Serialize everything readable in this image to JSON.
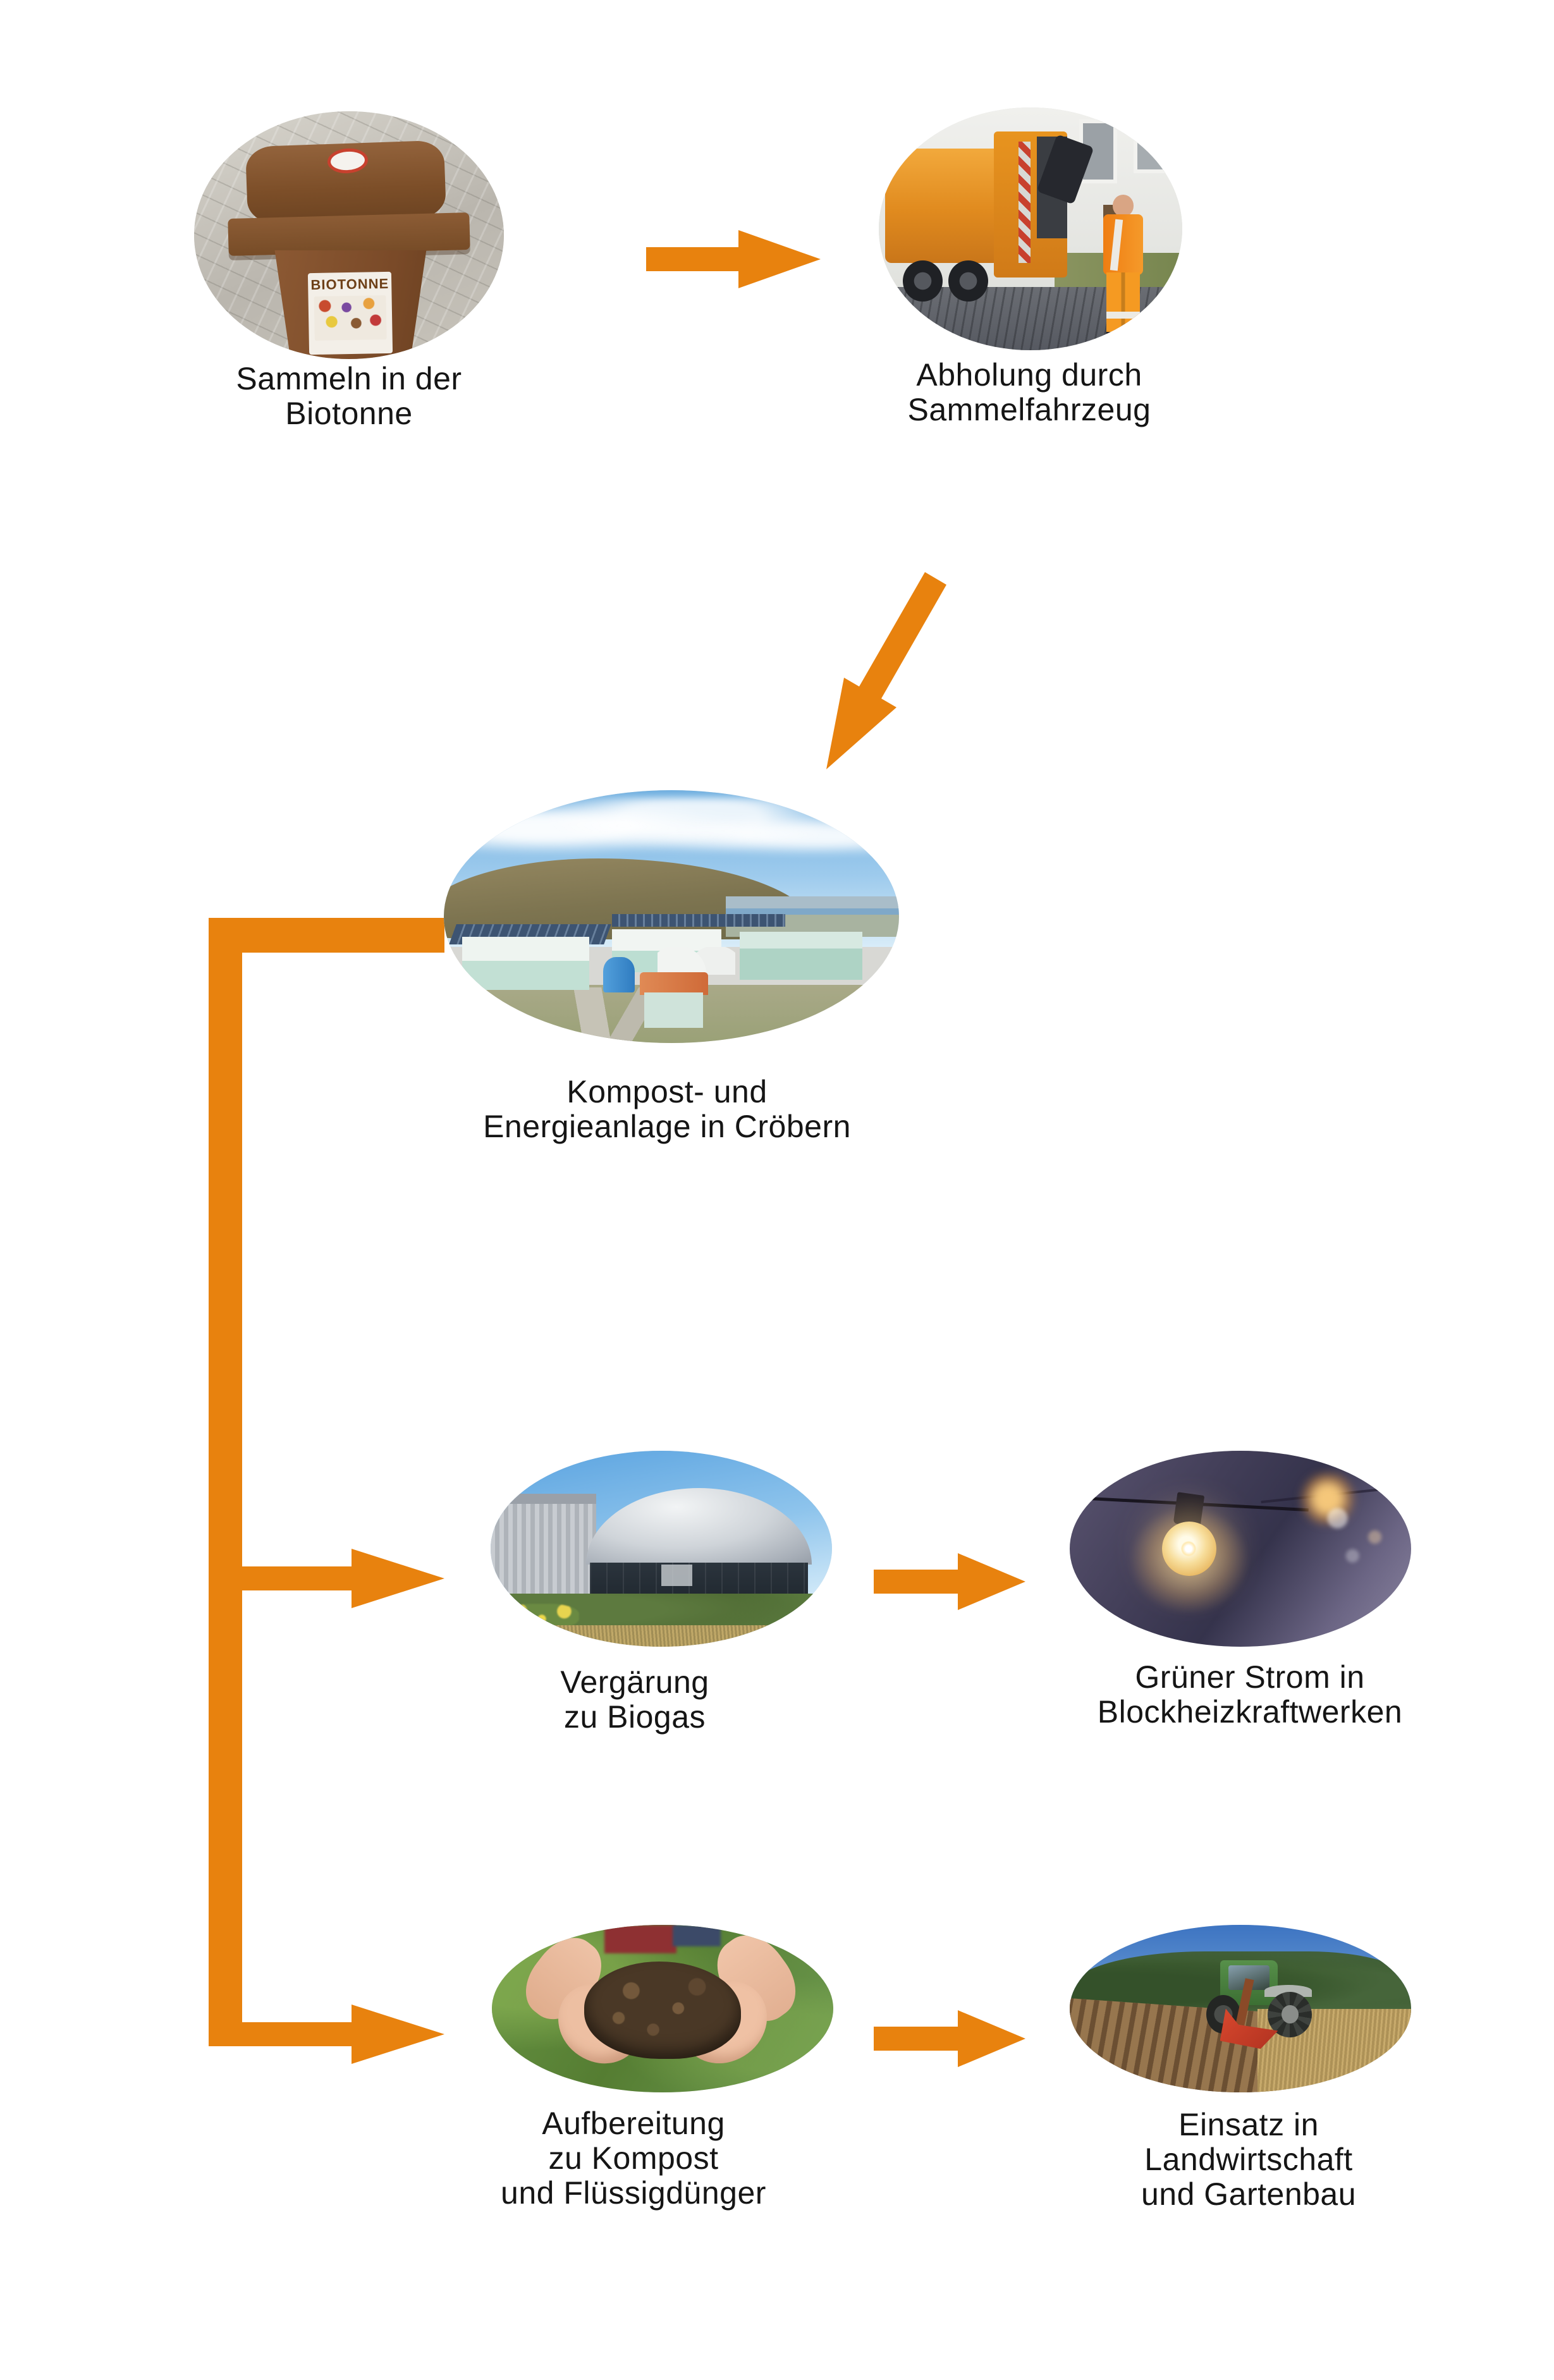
{
  "accent_color": "#E8820E",
  "text_color": "#151515",
  "background_color": "#FFFFFF",
  "language": "de",
  "nodes": [
    {
      "id": "biotonne",
      "caption_lines": [
        "Sammeln in der",
        "Biotonne"
      ],
      "photo_description": "brown organic-waste wheelie bin on paved ground",
      "photo_label": "BIOTONNE"
    },
    {
      "id": "abholung",
      "caption_lines": [
        "Abholung durch",
        "Sammelfahrzeug"
      ],
      "photo_description": "orange refuse collection truck with worker in hi-vis suit"
    },
    {
      "id": "anlage",
      "caption_lines": [
        "Kompost- und",
        "Energieanlage in Cröbern"
      ],
      "photo_description": "aerial view of compost and energy plant with mint-green halls, solar panels and hill"
    },
    {
      "id": "vergaerung",
      "caption_lines": [
        "Vergärung",
        "zu Biogas"
      ],
      "photo_description": "biogas digester tank with grey dome, silo and bushes"
    },
    {
      "id": "strom",
      "caption_lines": [
        "Grüner Strom in",
        "Blockheizkraftwerken"
      ],
      "photo_description": "glowing string light bulbs on dark purple background"
    },
    {
      "id": "kompost",
      "caption_lines": [
        "Aufbereitung",
        "zu Kompost",
        "und Flüssigdünger"
      ],
      "photo_description": "two hands holding dark compost over green grass"
    },
    {
      "id": "einsatz",
      "caption_lines": [
        "Einsatz in",
        "Landwirtschaft",
        "und Gartenbau"
      ],
      "photo_description": "green tractor with red plough working a field"
    }
  ],
  "flow": [
    {
      "from": "biotonne",
      "to": "abholung"
    },
    {
      "from": "abholung",
      "to": "anlage"
    },
    {
      "from": "anlage",
      "to": "vergaerung"
    },
    {
      "from": "anlage",
      "to": "kompost"
    },
    {
      "from": "vergaerung",
      "to": "strom"
    },
    {
      "from": "kompost",
      "to": "einsatz"
    }
  ]
}
